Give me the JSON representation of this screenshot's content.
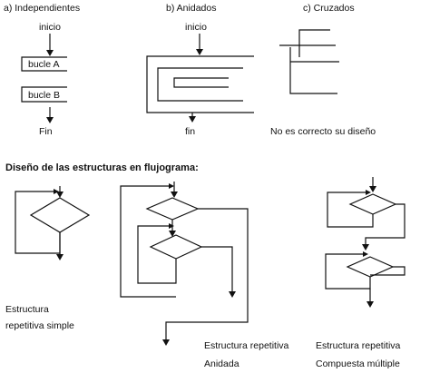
{
  "panels": {
    "independientes": {
      "title": "a) Independientes",
      "start": "inicio",
      "loop_a": "bucle A",
      "loop_b": "bucle B",
      "end": "Fin"
    },
    "anidados": {
      "title": "b) Anidados",
      "start": "inicio",
      "end": "fin"
    },
    "cruzados": {
      "title": "c) Cruzados",
      "note": "No es correcto su diseño"
    }
  },
  "section_heading": "Diseño de las estructuras en flujograma:",
  "flowcharts": {
    "simple": {
      "caption_line1": "Estructura",
      "caption_line2": "repetitiva simple"
    },
    "anidada": {
      "caption_line1": "Estructura repetitiva",
      "caption_line2": "Anidada"
    },
    "compuesta": {
      "caption_line1": "Estructura repetitiva",
      "caption_line2": "Compuesta múltiple"
    }
  }
}
